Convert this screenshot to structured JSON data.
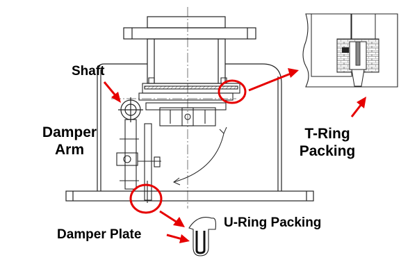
{
  "labels": {
    "shaft": "Shaft",
    "damper_arm_line1": "Damper",
    "damper_arm_line2": "Arm",
    "t_ring_line1": "T-Ring",
    "t_ring_line2": "Packing",
    "u_ring": "U-Ring Packing",
    "damper_plate": "Damper Plate"
  },
  "colors": {
    "callout": "#e60000",
    "line": "#222222",
    "hatch": "#555555",
    "label": "#000000"
  }
}
